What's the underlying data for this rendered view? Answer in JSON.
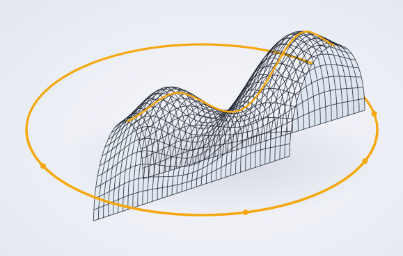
{
  "scene": {
    "subject": "wireframe-surface-render",
    "colors": {
      "background": "#eceef5",
      "boundary_curve": "#f5a70f",
      "mesh_lines": "#1d2530",
      "surface_fill": "#dfe6f0",
      "surface_highlight": "#f7f9fc",
      "shadow": "#c9ccd8"
    },
    "mesh": {
      "rows": 22,
      "cols": 40
    },
    "control_points": 4
  }
}
